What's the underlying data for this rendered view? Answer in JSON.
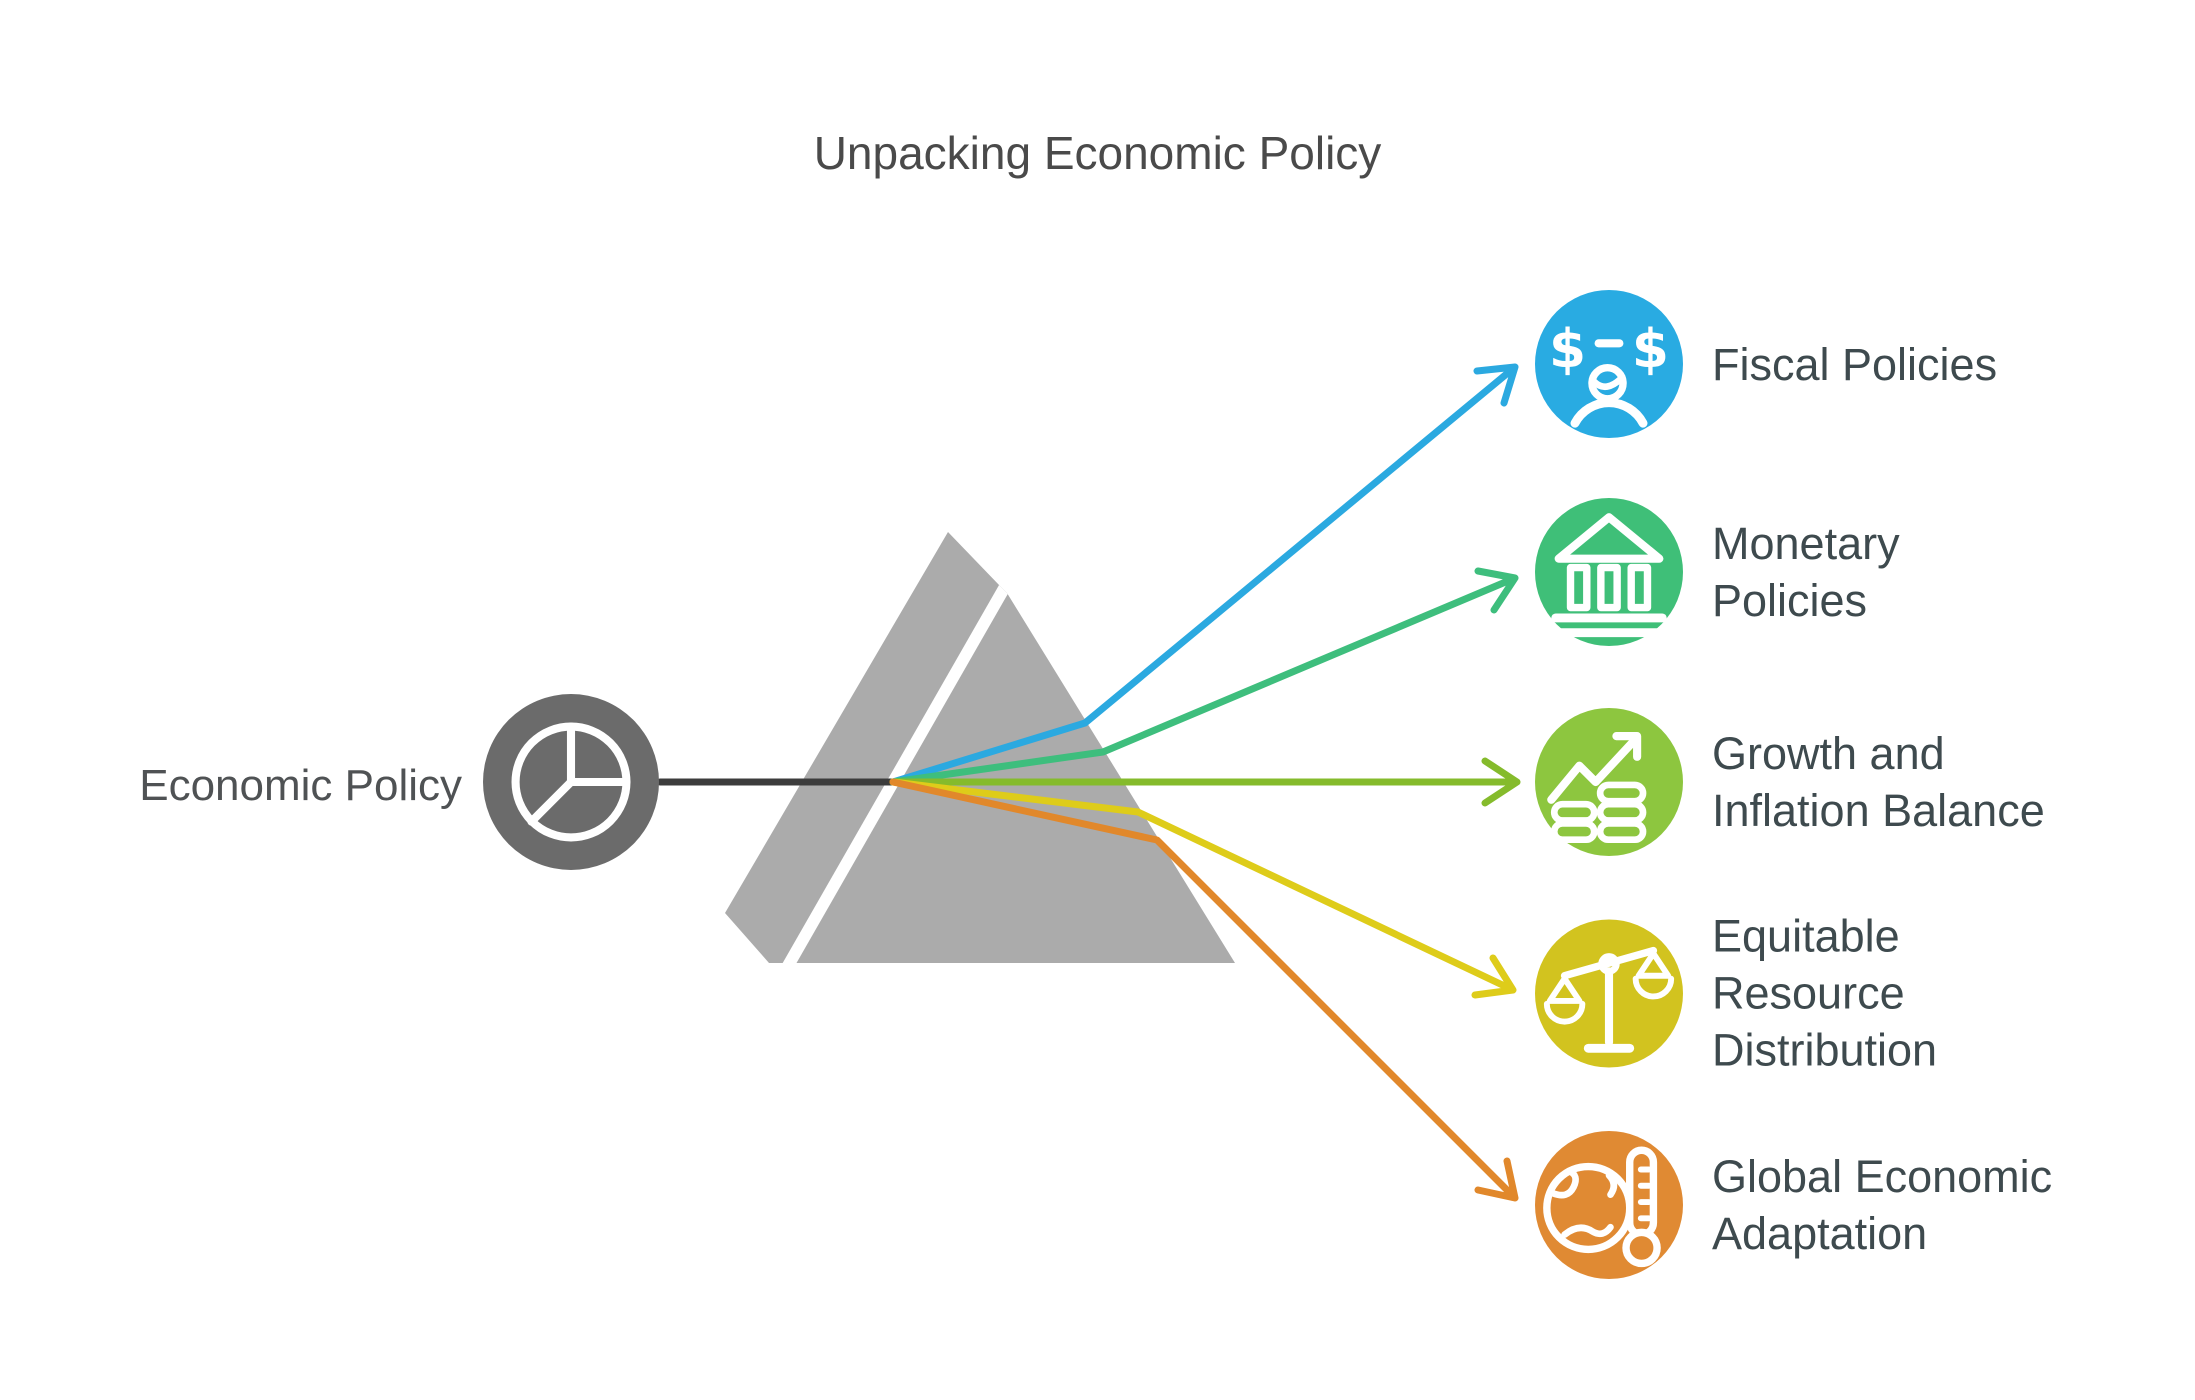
{
  "title": "Unpacking Economic Policy",
  "source": {
    "label": "Economic Policy",
    "icon": "pie-chart-icon",
    "circle_color": "#6B6B6B",
    "beam_color": "#3C3C3C"
  },
  "prism": {
    "fill": "#ABABAB",
    "facet_line_color": "#FFFFFF"
  },
  "branches": [
    {
      "label": "Fiscal Policies",
      "icon": "dollar-exchange-icon",
      "color": "#29ABE2",
      "ray_color": "#2BA9E0"
    },
    {
      "label": "Monetary\nPolicies",
      "icon": "bank-icon",
      "color": "#3FBF78",
      "ray_color": "#3EBE7D"
    },
    {
      "label": "Growth and\nInflation Balance",
      "icon": "growth-chart-coins-icon",
      "color": "#8DC63F",
      "ray_color": "#85BB2C"
    },
    {
      "label": "Equitable\nResource\nDistribution",
      "icon": "balance-scale-icon",
      "color": "#D2C31F",
      "ray_color": "#DECC1A"
    },
    {
      "label": "Global Economic\nAdaptation",
      "icon": "globe-thermometer-icon",
      "color": "#E08A33",
      "ray_color": "#E1882B"
    }
  ]
}
